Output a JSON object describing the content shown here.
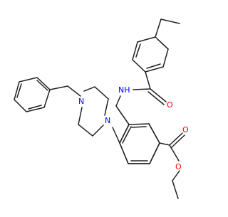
{
  "molecule": {
    "atom_labels": {
      "amide_nitrogen": "NH",
      "amide_oxygen": "O",
      "piperazine_n1": "N",
      "piperazine_n4": "N",
      "ester_carbonyl_oxygen": "O",
      "ester_ether_oxygen": "O"
    },
    "colors": {
      "bond": "#222222",
      "nitrogen": "#0000ff",
      "oxygen": "#ff0000"
    }
  }
}
